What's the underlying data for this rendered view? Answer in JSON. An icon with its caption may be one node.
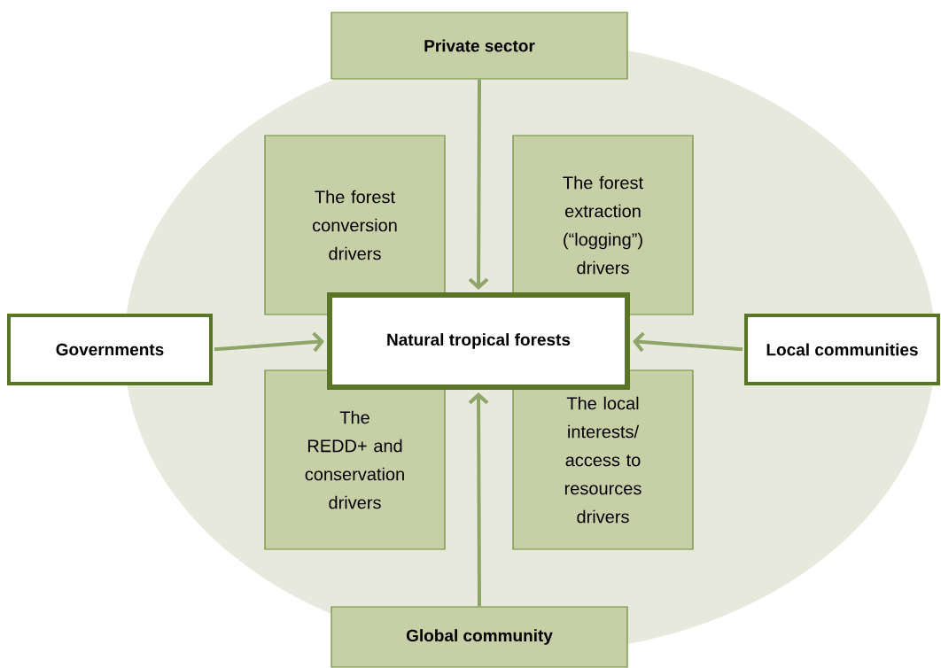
{
  "diagram": {
    "nodes": [
      {
        "text": [
          "Private sector"
        ]
      },
      {
        "text": [
          "The forest conversion drivers"
        ]
      },
      {
        "text": [
          "The forest extraction (“logging”) drivers"
        ]
      },
      {
        "text": [
          "Governments"
        ]
      },
      {
        "text": [
          "Natural tropical forests"
        ]
      },
      {
        "text": [
          "Local communities"
        ]
      },
      {
        "text": [
          "The REDD+ and conservation drivers"
        ]
      },
      {
        "text": [
          "The local interests/ access to resources drivers"
        ]
      },
      {
        "text": [
          "Global community"
        ]
      }
    ],
    "edges": [
      {
        "from": 0,
        "to": 4,
        "arrow": "to"
      },
      {
        "from": 3,
        "to": 4,
        "arrow": "to"
      },
      {
        "from": 5,
        "to": 4,
        "arrow": "to"
      },
      {
        "from": 8,
        "to": 4,
        "arrow": "to"
      }
    ]
  }
}
